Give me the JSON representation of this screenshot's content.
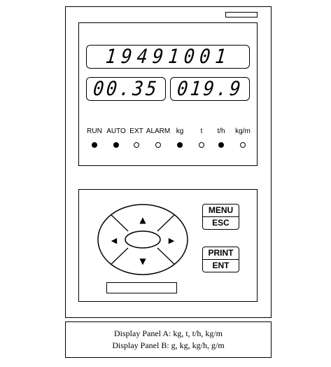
{
  "displays": {
    "main": "19491001",
    "left": "00.35",
    "right": "019.9"
  },
  "indicators": [
    {
      "label": "RUN",
      "on": true
    },
    {
      "label": "AUTO",
      "on": true
    },
    {
      "label": "EXT",
      "on": false
    },
    {
      "label": "ALARM",
      "on": false
    },
    {
      "label": "kg",
      "on": true
    },
    {
      "label": "t",
      "on": false
    },
    {
      "label": "t/h",
      "on": true
    },
    {
      "label": "kg/m",
      "on": false
    }
  ],
  "keypad": {
    "up": "▲",
    "down": "▼",
    "left": "◀",
    "right": "▶"
  },
  "buttons": {
    "menu_top": "MENU",
    "menu_bottom": "ESC",
    "print_top": "PRINT",
    "print_bottom": "ENT"
  },
  "caption": {
    "line1": "Display Panel A: kg, t, t/h, kg/m",
    "line2": "Display Panel B: g, kg, kg/h, g/m"
  }
}
